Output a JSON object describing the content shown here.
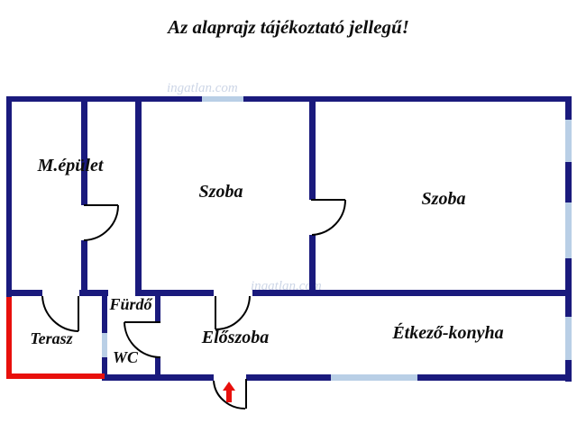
{
  "title": "Az alaprajz tájékoztató jellegű!",
  "watermark": {
    "text": "ingatlan.com"
  },
  "colors": {
    "wall": "#1a1a7d",
    "window": "#b9cfe6",
    "terrace": "#e8100c",
    "door": "#000000",
    "arrow": "#e8100c"
  },
  "rooms": {
    "main_building": {
      "label": "M.épület"
    },
    "room_center": {
      "label": "Szoba"
    },
    "room_right": {
      "label": "Szoba"
    },
    "bathroom": {
      "label": "Fürdő"
    },
    "wc": {
      "label": "WC"
    },
    "terrace": {
      "label": "Terasz"
    },
    "hallway": {
      "label": "Előszoba"
    },
    "dining_kitchen": {
      "label": "Étkező-konyha"
    }
  }
}
